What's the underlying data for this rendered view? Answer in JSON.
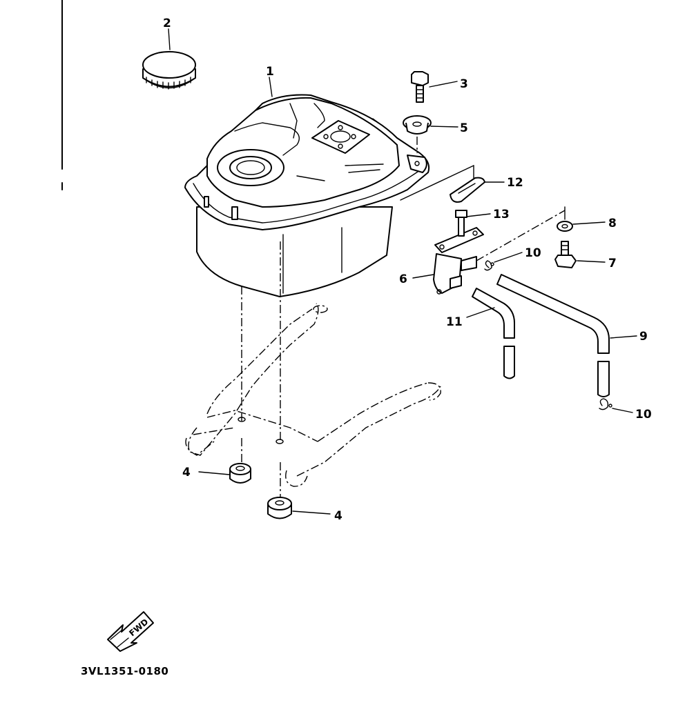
{
  "diagram": {
    "part_numbers": {
      "p1": "1",
      "p2": "2",
      "p3": "3",
      "p4a": "4",
      "p4b": "4",
      "p5": "5",
      "p6": "6",
      "p7": "7",
      "p8": "8",
      "p9": "9",
      "p10a": "10",
      "p10b": "10",
      "p11": "11",
      "p12": "12",
      "p13": "13"
    },
    "fwd_label": "FWD",
    "drawing_code": "3VL1351-0180"
  }
}
